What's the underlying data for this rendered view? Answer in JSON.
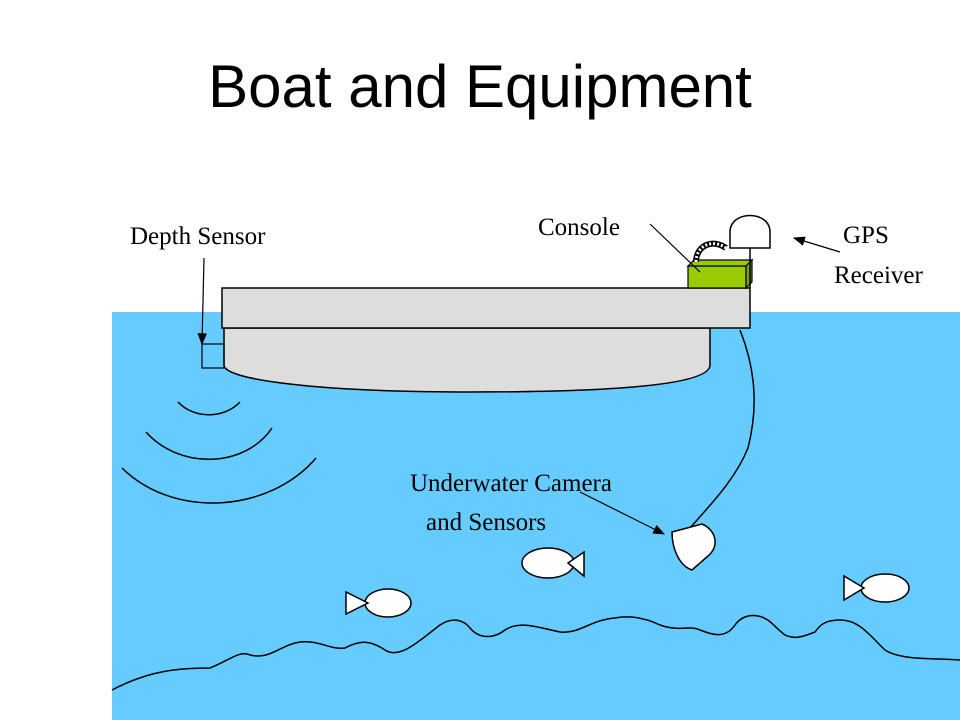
{
  "slide": {
    "title": "Boat and Equipment"
  },
  "labels": {
    "depth_sensor": "Depth Sensor",
    "console": "Console",
    "gps_line1": "GPS",
    "gps_line2": "Receiver",
    "camera_line1": "Underwater Camera",
    "camera_line2": "and Sensors"
  },
  "colors": {
    "water": "#66ccff",
    "boat": "#dddddd",
    "console": "#99cc00",
    "outline": "#000000"
  },
  "icons": [
    "fish-icon",
    "gps-dome-icon",
    "camera-pod-icon",
    "sonar-wave-icon"
  ]
}
